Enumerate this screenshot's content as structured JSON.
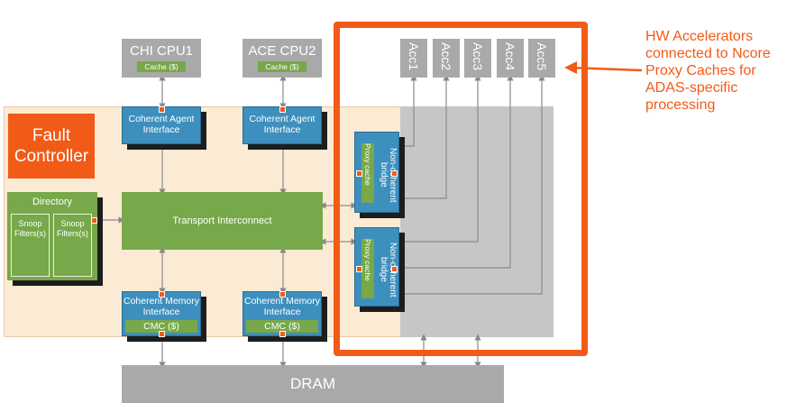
{
  "cpu1": {
    "title": "CHI CPU1",
    "cache": "Cache ($)"
  },
  "cpu2": {
    "title": "ACE CPU2",
    "cache": "Cache ($)"
  },
  "cai": {
    "label": "Coherent Agent Interface"
  },
  "fault": {
    "label": "Fault Controller"
  },
  "directory": {
    "title": "Directory",
    "snoop": "Snoop Filters(s)"
  },
  "transport": {
    "label": "Transport Interconnect"
  },
  "cmi": {
    "label": "Coherent Memory Interface",
    "cmc": "CMC ($)"
  },
  "dram": {
    "label": "DRAM"
  },
  "ncb": {
    "label": "Non-coherent bridge",
    "proxy": "Proxy cache"
  },
  "accelerators": [
    "Acc1",
    "Acc2",
    "Acc3",
    "Acc4",
    "Acc5"
  ],
  "annotation": "HW Accelerators connected to Ncore Proxy Caches for ADAS-specific processing",
  "colors": {
    "highlight": "#f25a17",
    "green": "#77a84a",
    "blue": "#3d8fbe",
    "gray": "#a9a9a9"
  }
}
